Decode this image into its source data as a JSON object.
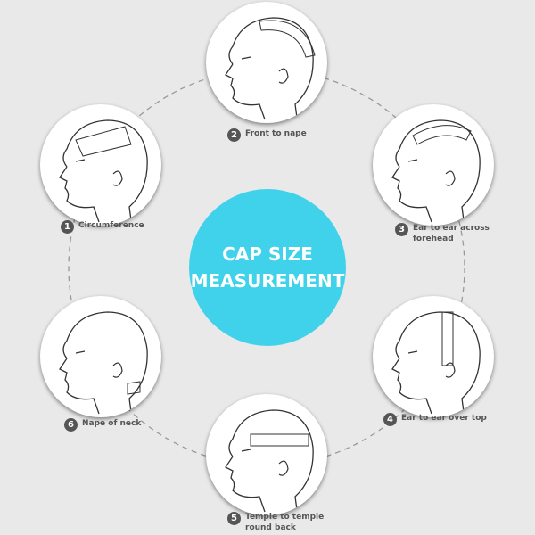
{
  "title": {
    "line1": "CAP SIZE",
    "line2": "MEASUREMENT"
  },
  "steps": [
    {
      "number": "1",
      "label": "Circumference"
    },
    {
      "number": "2",
      "label": "Front to nape"
    },
    {
      "number": "3",
      "label": "Ear to ear across forehead"
    },
    {
      "number": "4",
      "label": "Ear to ear over top"
    },
    {
      "number": "5",
      "label": "Temple to temple round back"
    },
    {
      "number": "6",
      "label": "Nape of neck"
    }
  ],
  "colors": {
    "accent": "#3fd2ea",
    "background": "#e9e9e9",
    "badge": "#555555"
  }
}
